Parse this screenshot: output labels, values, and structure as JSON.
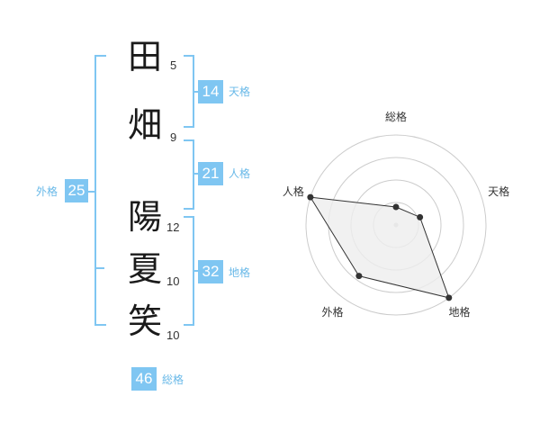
{
  "name": {
    "characters": [
      {
        "char": "田",
        "strokes": "5"
      },
      {
        "char": "畑",
        "strokes": "9"
      },
      {
        "char": "陽",
        "strokes": "12"
      },
      {
        "char": "夏",
        "strokes": "10"
      },
      {
        "char": "笑",
        "strokes": "10"
      }
    ]
  },
  "fortunes": {
    "tenkaku": {
      "value": "14",
      "label": "天格"
    },
    "jinkaku": {
      "value": "21",
      "label": "人格"
    },
    "chikaku": {
      "value": "32",
      "label": "地格"
    },
    "gaikaku": {
      "value": "25",
      "label": "外格"
    },
    "soukaku": {
      "value": "46",
      "label": "総格"
    }
  },
  "chart_data": {
    "type": "radar",
    "axes": [
      "総格",
      "天格",
      "地格",
      "外格",
      "人格"
    ],
    "values": [
      0.2,
      0.28,
      1.0,
      0.7,
      1.0
    ],
    "max": 1,
    "rings": 4,
    "colors": {
      "fill": "#eeeeee",
      "stroke": "#333333",
      "ring": "#cccccc"
    }
  }
}
